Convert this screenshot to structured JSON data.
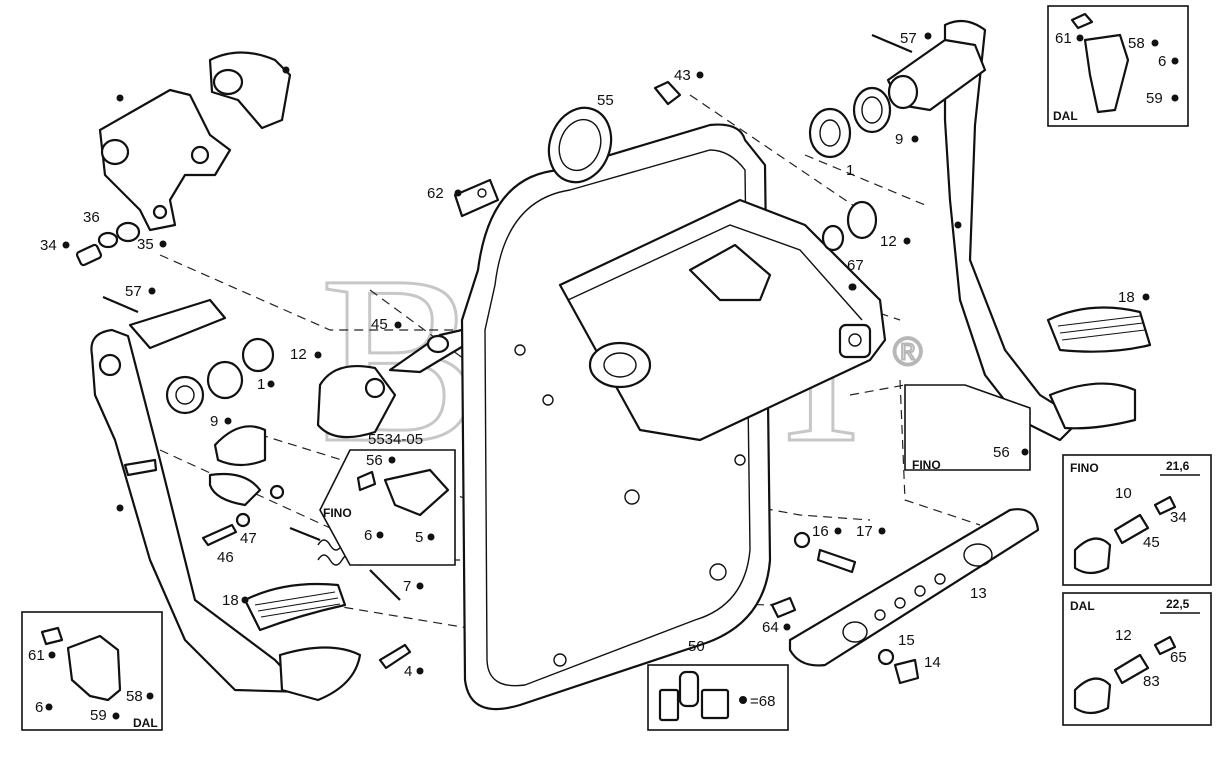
{
  "watermark": {
    "text": "BTM",
    "registered_mark": "®"
  },
  "drawing_code": "5534-05",
  "callouts": [
    {
      "id": "c57a",
      "text": "57"
    },
    {
      "id": "c9a",
      "text": "9"
    },
    {
      "id": "c1a",
      "text": "1"
    },
    {
      "id": "c12a",
      "text": "12"
    },
    {
      "id": "c67",
      "text": "67"
    },
    {
      "id": "c18a",
      "text": "18"
    },
    {
      "id": "c56a",
      "text": "56"
    },
    {
      "id": "c55",
      "text": "55"
    },
    {
      "id": "c43",
      "text": "43"
    },
    {
      "id": "c62",
      "text": "62"
    },
    {
      "id": "c36",
      "text": "36"
    },
    {
      "id": "c34a",
      "text": "34"
    },
    {
      "id": "c35",
      "text": "35"
    },
    {
      "id": "c57b",
      "text": "57"
    },
    {
      "id": "c45a",
      "text": "45"
    },
    {
      "id": "c12b",
      "text": "12"
    },
    {
      "id": "c1b",
      "text": "1"
    },
    {
      "id": "c9b",
      "text": "9"
    },
    {
      "id": "c46",
      "text": "46"
    },
    {
      "id": "c47",
      "text": "47"
    },
    {
      "id": "c18b",
      "text": "18"
    },
    {
      "id": "c7",
      "text": "7"
    },
    {
      "id": "c4",
      "text": "4"
    },
    {
      "id": "c50",
      "text": "50"
    },
    {
      "id": "c64",
      "text": "64"
    },
    {
      "id": "c16",
      "text": "16"
    },
    {
      "id": "c17",
      "text": "17"
    },
    {
      "id": "c13",
      "text": "13"
    },
    {
      "id": "c15",
      "text": "15"
    },
    {
      "id": "c14",
      "text": "14"
    }
  ],
  "inset_fino_center": {
    "title": "FINO",
    "labels": {
      "a": "56",
      "b": "6",
      "c": "5"
    }
  },
  "inset_fino_right": {
    "title": "FINO",
    "labels": {
      "a": "56"
    }
  },
  "inset_dal_top": {
    "title": "DAL",
    "labels": {
      "a": "61",
      "b": "58",
      "c": "6",
      "d": "59"
    }
  },
  "inset_dal_bottom_left": {
    "title": "DAL",
    "labels": {
      "a": "61",
      "b": "58",
      "c": "6",
      "d": "59"
    }
  },
  "inset_fino_valve": {
    "title": "FINO",
    "dim": "21,6",
    "labels": {
      "a": "10",
      "b": "34",
      "c": "45"
    }
  },
  "inset_dal_valve": {
    "title": "DAL",
    "dim": "22,5",
    "labels": {
      "a": "12",
      "b": "65",
      "c": "83"
    }
  },
  "kit_box": {
    "eq": "=68"
  }
}
